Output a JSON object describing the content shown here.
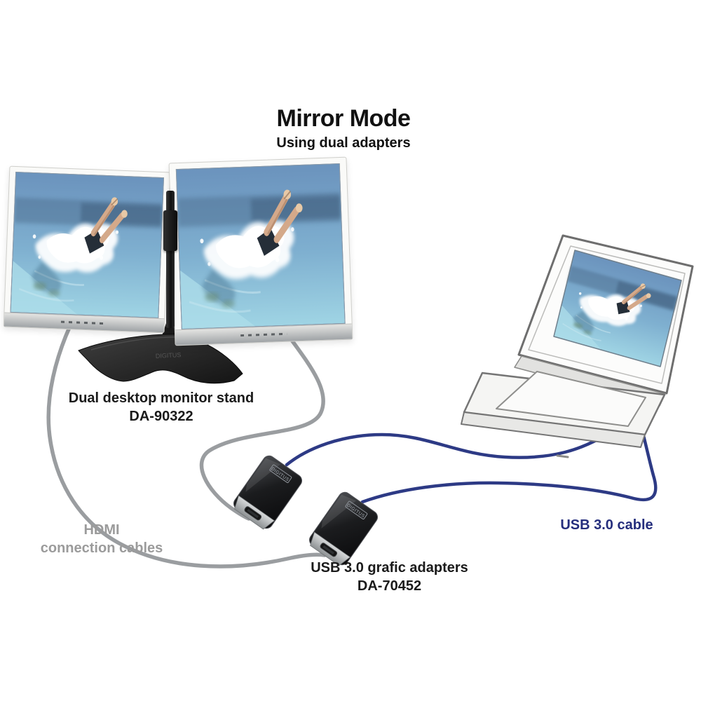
{
  "title": {
    "main": "Mirror Mode",
    "subtitle": "Using dual adapters"
  },
  "labels": {
    "stand": {
      "line1": "Dual desktop monitor stand",
      "line2": "DA-90322"
    },
    "hdmi_cables": {
      "line1": "HDMI",
      "line2": "connection cables"
    },
    "usb_adapters": {
      "line1": "USB 3.0 grafic adapters",
      "line2": "DA-70452"
    },
    "usb_cable": "USB 3.0 cable"
  },
  "brand": "DIGITUS",
  "colors": {
    "hdmi_cable_gray": "#9a9da0",
    "usb_cable_navy": "#2d3a85",
    "label_gray": "#9b9b9b",
    "label_navy": "#252e7d",
    "text_black": "#111111"
  }
}
